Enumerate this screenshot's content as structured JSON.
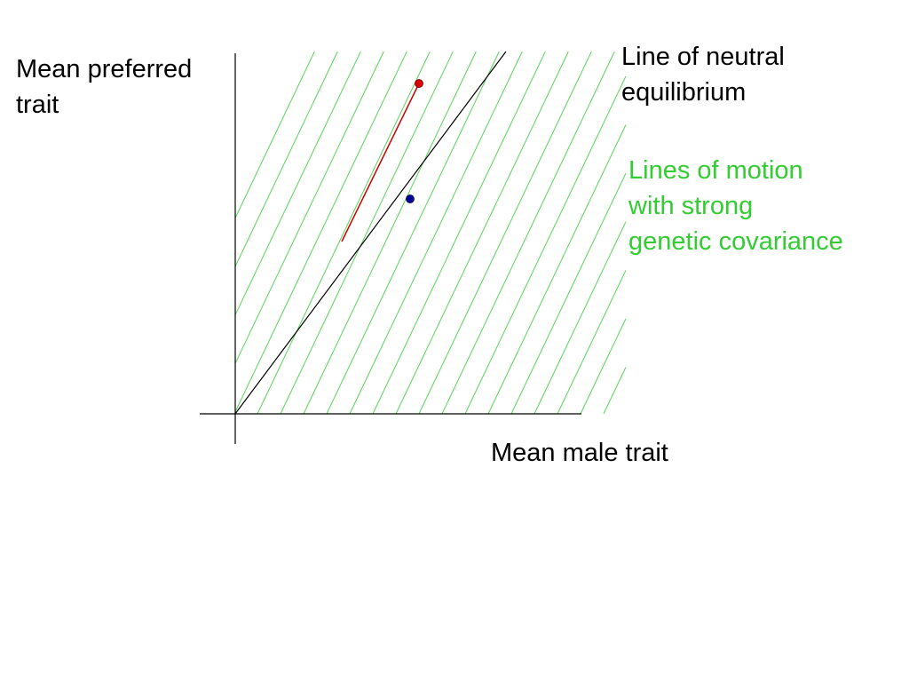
{
  "labels": {
    "y_axis": {
      "line1": "Mean preferred",
      "line2": "trait"
    },
    "x_axis": "Mean male trait",
    "neutral_line": {
      "line1": "Line of neutral",
      "line2": "equilibrium"
    },
    "motion_lines": {
      "line1": "Lines of motion",
      "line2": "with strong",
      "line3": "genetic covariance"
    }
  },
  "colors": {
    "axis": "#000000",
    "neutral_line": "#000000",
    "motion_lines": "#5ad45a",
    "motion_text": "#33cc33",
    "trajectory": "#cc0000",
    "start_point": "#dd0000",
    "end_point": "#000099"
  }
}
